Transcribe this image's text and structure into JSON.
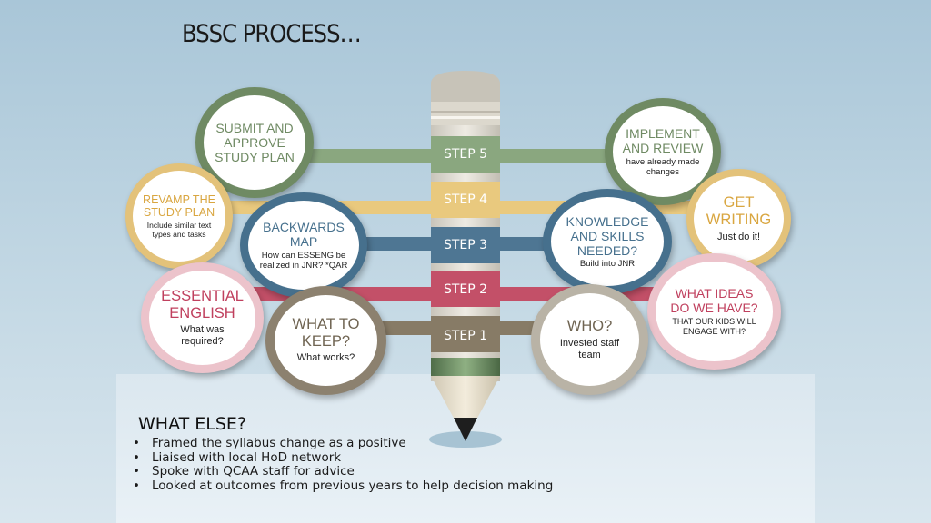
{
  "title": "BSSC PROCESS…",
  "steps": [
    "STEP 5",
    "STEP 4",
    "STEP 3",
    "STEP 2",
    "STEP 1"
  ],
  "circles": {
    "submit": {
      "title": "SUBMIT AND APPROVE STUDY PLAN",
      "sub": ""
    },
    "revamp": {
      "title": "REVAMP THE STUDY PLAN",
      "sub": "Include similar text types and tasks"
    },
    "backwards": {
      "title": "BACKWARDS MAP",
      "sub": "How can ESSENG be realized in JNR? *QAR"
    },
    "essential": {
      "title": "ESSENTIAL ENGLISH",
      "sub": "What was required?"
    },
    "keep": {
      "title": "WHAT TO KEEP?",
      "sub": "What works?"
    },
    "implement": {
      "title": "IMPLEMENT AND REVIEW",
      "sub": "have already made changes"
    },
    "knowledge": {
      "title": "KNOWLEDGE AND SKILLS NEEDED?",
      "sub": "Build into JNR"
    },
    "writing": {
      "title": "GET WRITING",
      "sub": "Just do it!"
    },
    "ideas": {
      "title": "WHAT IDEAS DO WE HAVE?",
      "sub": "THAT OUR KIDS WILL ENGAGE WITH?"
    },
    "who": {
      "title": "WHO?",
      "sub": "Invested staff team"
    }
  },
  "what_else": {
    "heading": "WHAT ELSE?",
    "items": [
      "Framed the syllabus change as a positive",
      "Liaised with local HoD network",
      "Spoke with QCAA staff for advice",
      "Looked at outcomes from previous years to help decision making"
    ]
  },
  "colors": {
    "green": "#6f8a63",
    "gold": "#e3c27a",
    "blue": "#46708d",
    "pink": "#ecc3cb",
    "crimson": "#c35068",
    "taupe": "#8c816f"
  }
}
